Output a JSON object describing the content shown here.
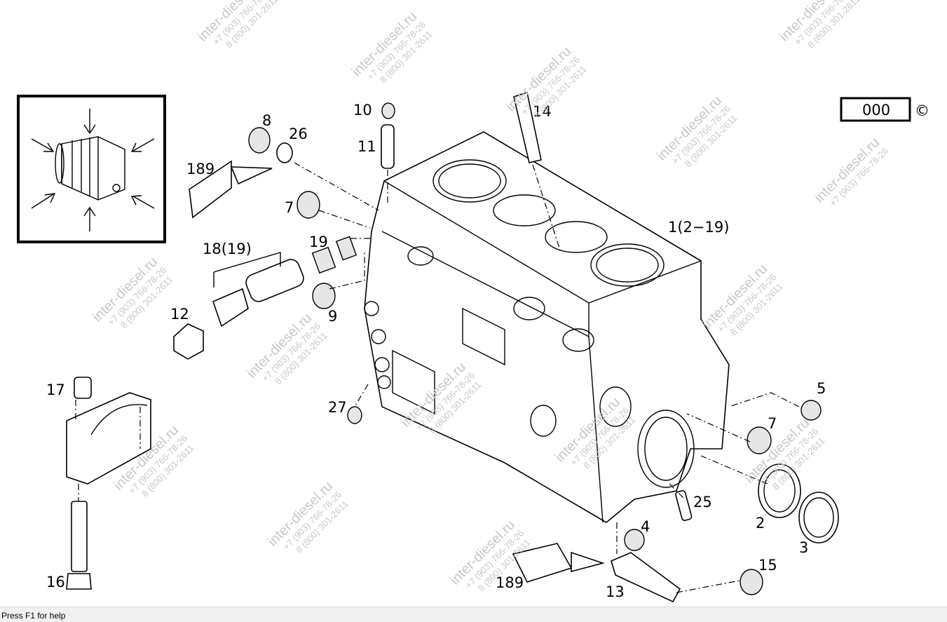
{
  "status_bar": {
    "text": "Press F1 for help"
  },
  "diagram": {
    "code_box": "000",
    "copyright_symbol": "©",
    "callouts": {
      "p1": "1(2−19)",
      "p2": "2",
      "p3": "3",
      "p4": "4",
      "p5": "5",
      "p7a": "7",
      "p7b": "7",
      "p8": "8",
      "p9": "9",
      "p10": "10",
      "p11": "11",
      "p12": "12",
      "p13": "13",
      "p14": "14",
      "p15": "15",
      "p16": "16",
      "p17": "17",
      "p18": "18(19)",
      "p19": "19",
      "p25": "25",
      "p26": "26",
      "p27": "27",
      "p189a": "189",
      "p189b": "189"
    },
    "watermark": {
      "site": "inter-diesel.ru",
      "phone1": "+7 (903) 766-78-26",
      "phone2": "8 (800) 301-2611"
    }
  }
}
